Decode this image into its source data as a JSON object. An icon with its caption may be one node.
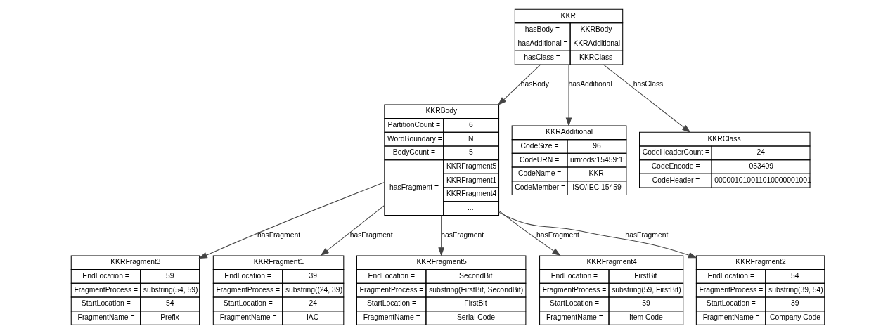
{
  "diagram": {
    "nodes": [
      {
        "text": [
          "KKR",
          "hasBody =",
          "KKRBody",
          "hasAdditional =",
          "KKRAdditional",
          "hasClass =",
          "KKRClass"
        ]
      },
      {
        "text": [
          "KKRBody",
          "PartitionCount =",
          "6",
          "WordBoundary =",
          "N",
          "BodyCount =",
          "5",
          "hasFragment =",
          "KKRFragment5",
          "KKRFragment1",
          "KKRFragment4",
          "..."
        ]
      },
      {
        "text": [
          "KKRAdditional",
          "CodeSize =",
          "96",
          "CodeURN =",
          "urn:ods:15459:1:",
          "CodeName =",
          "KKR",
          "CodeMember =",
          "ISO/IEC 15459"
        ]
      },
      {
        "text": [
          "KKRClass",
          "CodeHeaderCount =",
          "24",
          "CodeEncode =",
          "053409",
          "CodeHeader =",
          "000001010011010000001001"
        ]
      },
      {
        "text": [
          "KKRFragment3",
          "EndLocation =",
          "59",
          "FragmentProcess =",
          "substring(54, 59)",
          "StartLocation =",
          "54",
          "FragmentName =",
          "Prefix"
        ]
      },
      {
        "text": [
          "KKRFragment1",
          "EndLocation =",
          "39",
          "FragmentProcess =",
          "substring((24, 39)",
          "StartLocation =",
          "24",
          "FragmentName =",
          "IAC"
        ]
      },
      {
        "text": [
          "KKRFragment5",
          "EndLocation =",
          "SecondBit",
          "FragmentProcess =",
          "substring(FirstBit, SecondBit)",
          "StartLocation =",
          "FirstBit",
          "FragmentName =",
          "Serial Code"
        ]
      },
      {
        "text": [
          "KKRFragment4",
          "EndLocation =",
          "FirstBit",
          "FragmentProcess =",
          "substring(59, FirstBit)",
          "StartLocation =",
          "59",
          "FragmentName =",
          "Item Code"
        ]
      },
      {
        "text": [
          "KKRFragment2",
          "EndLocation =",
          "54",
          "FragmentProcess =",
          "substring(39, 54)",
          "StartLocation =",
          "39",
          "FragmentName =",
          "Company Code"
        ]
      }
    ],
    "edges": [
      {
        "from": 0,
        "to": 1,
        "arrow": "to",
        "label": "hasBody"
      },
      {
        "from": 0,
        "to": 2,
        "arrow": "to",
        "label": "hasAdditional"
      },
      {
        "from": 0,
        "to": 3,
        "arrow": "to",
        "label": "hasClass"
      },
      {
        "from": 1,
        "to": 4,
        "arrow": "to",
        "label": "hasFragment"
      },
      {
        "from": 1,
        "to": 5,
        "arrow": "to",
        "label": "hasFragment"
      },
      {
        "from": 1,
        "to": 6,
        "arrow": "to",
        "label": "hasFragment"
      },
      {
        "from": 1,
        "to": 7,
        "arrow": "to",
        "label": "hasFragment"
      },
      {
        "from": 1,
        "to": 8,
        "arrow": "to",
        "label": "hasFragment"
      }
    ]
  }
}
